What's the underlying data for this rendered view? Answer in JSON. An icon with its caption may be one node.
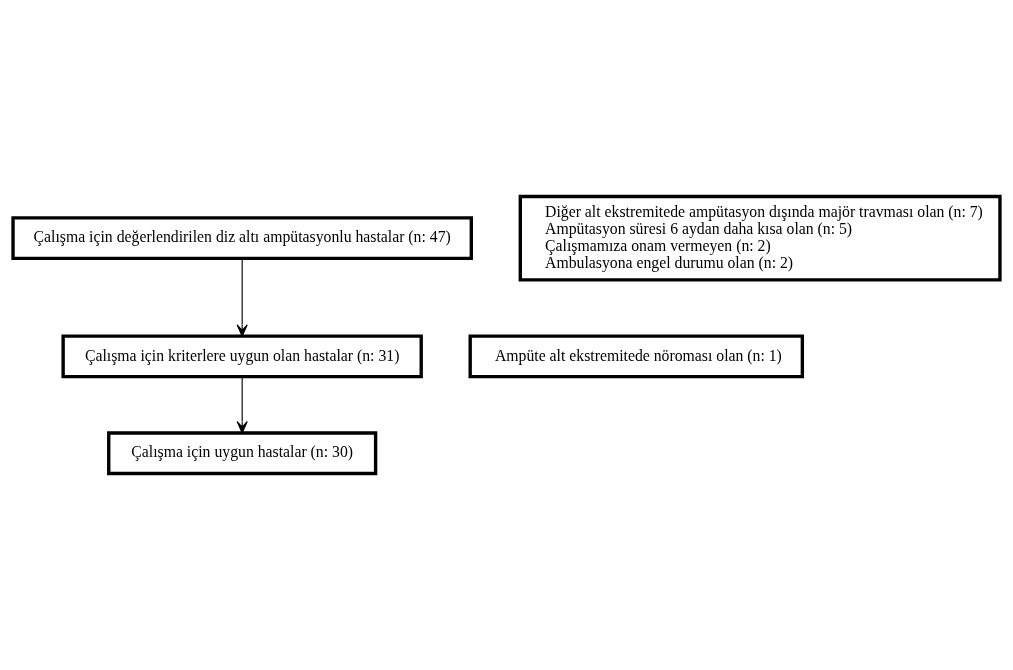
{
  "diagram": {
    "nodes": [
      {
        "text": [
          "Çalışma için değerlendirilen diz altı ampütasyonlu hastalar (n: 47)"
        ]
      },
      {
        "text": [
          "Diğer alt ekstremitede ampütasyon dışında majör travması olan (n: 7)",
          "Ampütasyon süresi 6 aydan daha kısa olan (n: 5)",
          "Çalışmamıza onam vermeyen (n: 2)",
          "Ambulasyona engel durumu olan (n: 2)"
        ]
      },
      {
        "text": [
          "Çalışma için kriterlere uygun olan hastalar (n: 31)"
        ]
      },
      {
        "text": [
          "Ampüte alt ekstremitede nöroması olan (n: 1)"
        ]
      },
      {
        "text": [
          "Çalışma için uygun hastalar (n: 30)"
        ]
      }
    ],
    "edges": [
      {
        "from": 0,
        "to": 2,
        "arrow": "to"
      },
      {
        "from": 2,
        "to": 4,
        "arrow": "to"
      }
    ]
  }
}
